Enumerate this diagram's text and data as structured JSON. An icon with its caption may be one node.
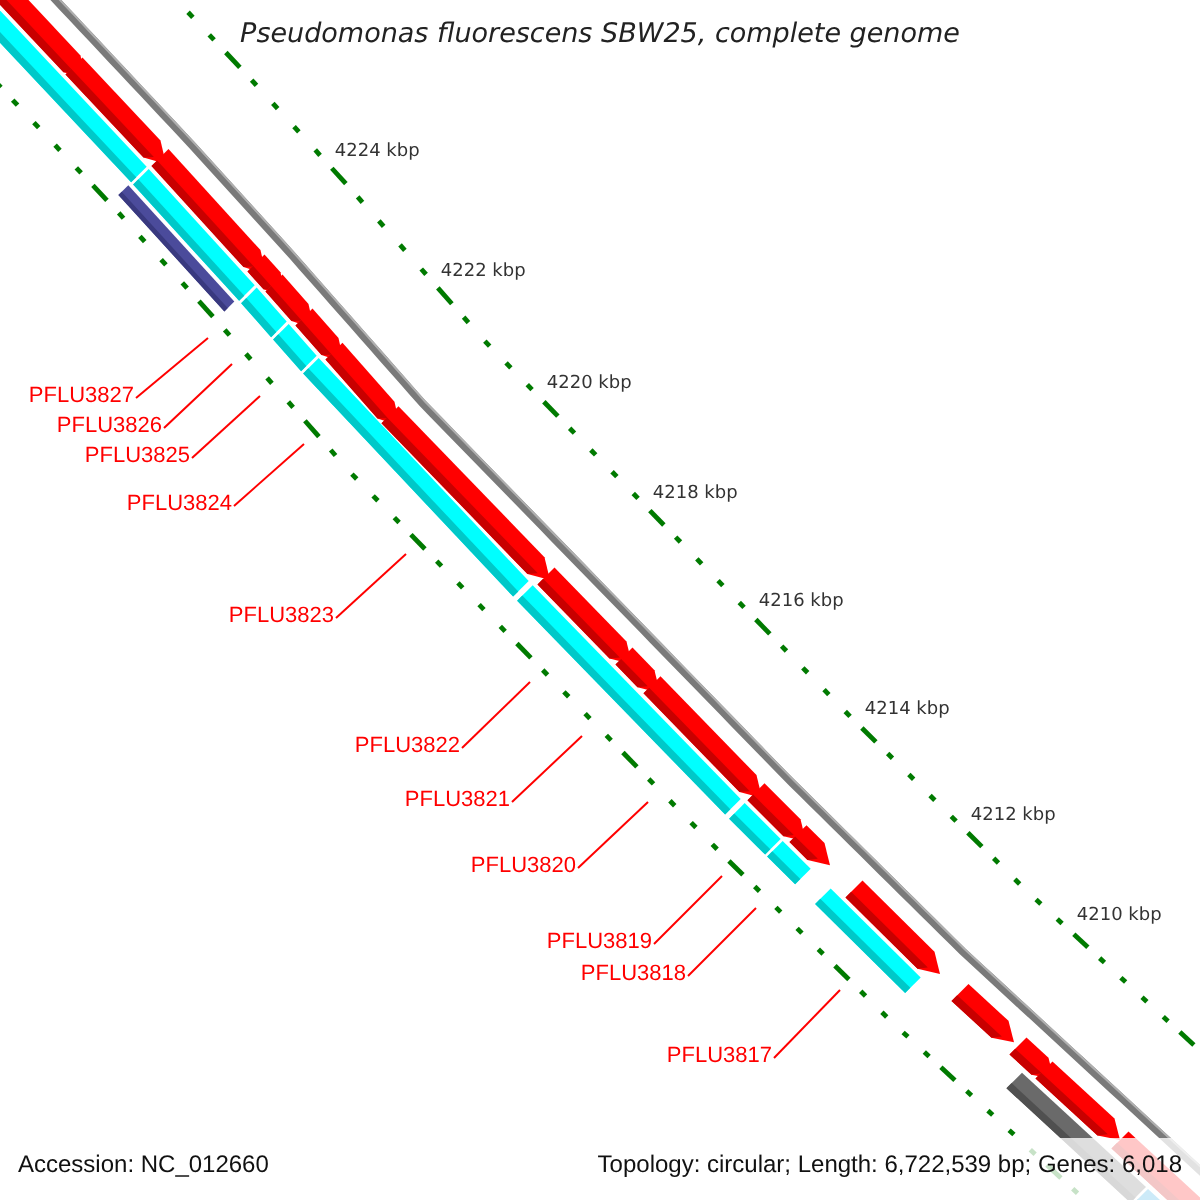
{
  "diagram": {
    "title": "Pseudomonas fluorescens SBW25, complete genome",
    "nodes": [
      {
        "text": [
          "PFLU3827"
        ]
      },
      {
        "text": [
          "PFLU3826"
        ]
      },
      {
        "text": [
          "PFLU3825"
        ]
      },
      {
        "text": [
          "PFLU3824"
        ]
      },
      {
        "text": [
          "PFLU3823"
        ]
      },
      {
        "text": [
          "PFLU3822"
        ]
      },
      {
        "text": [
          "PFLU3821"
        ]
      },
      {
        "text": [
          "PFLU3820"
        ]
      },
      {
        "text": [
          "PFLU3819"
        ]
      },
      {
        "text": [
          "PFLU3818"
        ]
      },
      {
        "text": [
          "PFLU3817"
        ]
      }
    ],
    "edges": [
      {
        "from": 0,
        "to": null,
        "arrow": "none"
      },
      {
        "from": 1,
        "to": null,
        "arrow": "none"
      },
      {
        "from": 2,
        "to": null,
        "arrow": "none"
      },
      {
        "from": 3,
        "to": null,
        "arrow": "none"
      },
      {
        "from": 4,
        "to": null,
        "arrow": "none"
      },
      {
        "from": 5,
        "to": null,
        "arrow": "none"
      },
      {
        "from": 6,
        "to": null,
        "arrow": "none"
      },
      {
        "from": 7,
        "to": null,
        "arrow": "none"
      },
      {
        "from": 8,
        "to": null,
        "arrow": "none"
      },
      {
        "from": 9,
        "to": null,
        "arrow": "none"
      },
      {
        "from": 10,
        "to": null,
        "arrow": "none"
      }
    ],
    "labels": [
      "4224 kbp",
      "4222 kbp",
      "4220 kbp",
      "4218 kbp",
      "4216 kbp",
      "4214 kbp",
      "4212 kbp",
      "4210 kbp",
      "Accession: NC_012660",
      "Topology: circular; Length: 6,722,539 bp; Genes: 6,018"
    ]
  }
}
